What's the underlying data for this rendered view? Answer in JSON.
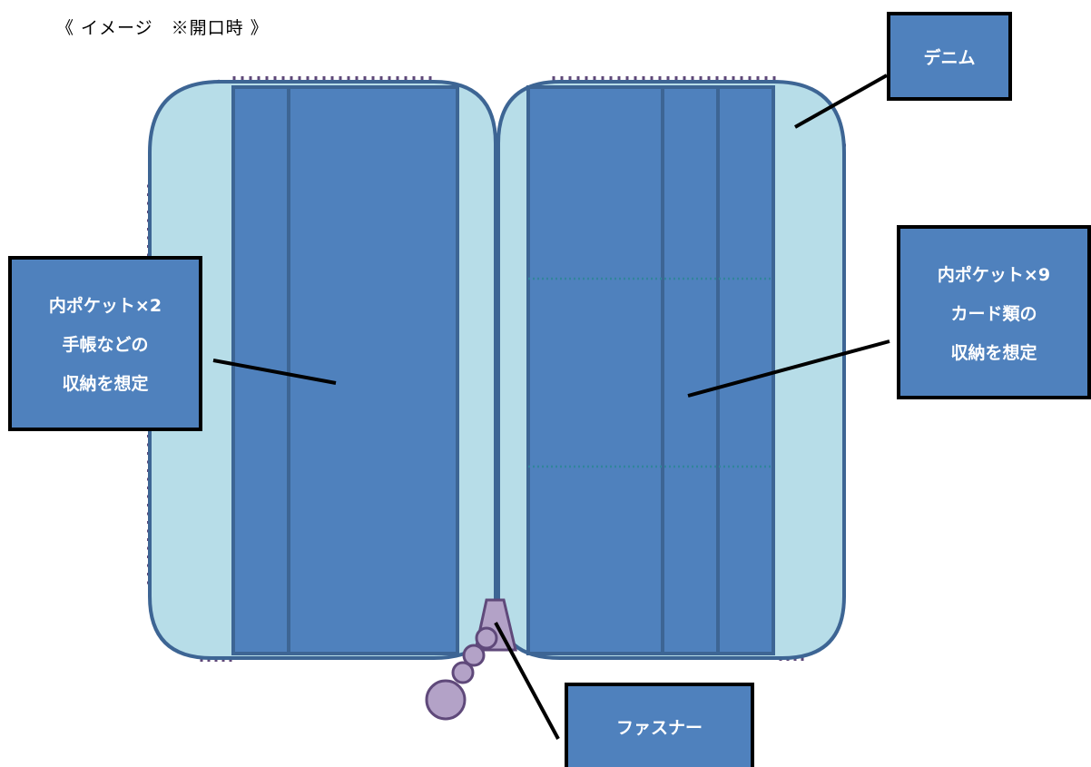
{
  "heading": "《 イメージ　※開口時 》",
  "callouts": {
    "denim": "デニム",
    "left_pocket": {
      "line1": "内ポケット×2",
      "line2": "手帳などの",
      "line3": "収納を想定"
    },
    "right_pocket": {
      "line1": "内ポケット×9",
      "line2": "カード類の",
      "line3": "収納を想定"
    },
    "zipper": "ファスナー"
  },
  "colors": {
    "fabric": "#b7dde8",
    "pocket": "#4f81bd",
    "outline": "#3d6594",
    "stitch": "#5f497a",
    "zipper": "#b3a2c7",
    "label_bg": "#4f81bd"
  }
}
